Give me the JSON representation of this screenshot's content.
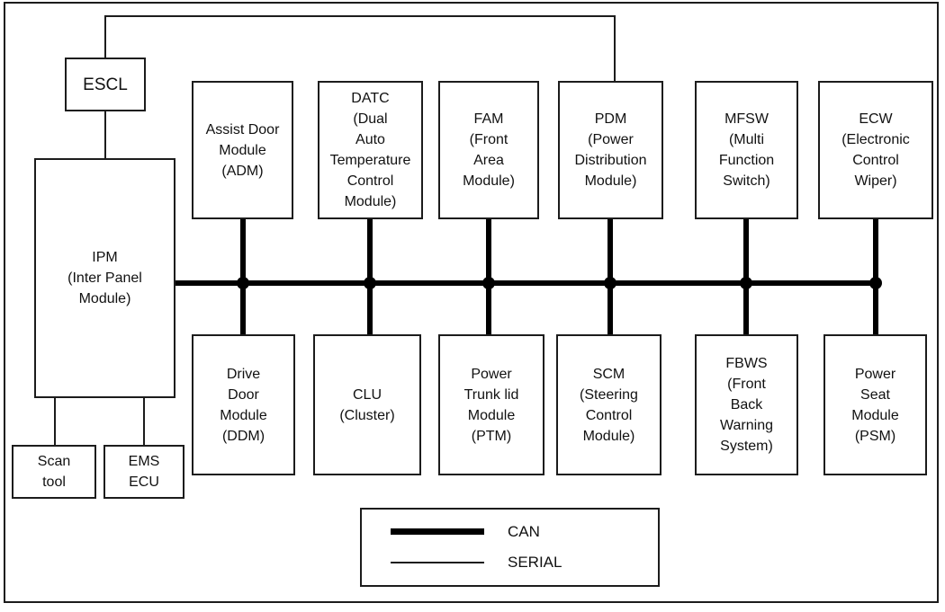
{
  "nodes": {
    "escl": {
      "label": "ESCL"
    },
    "ipm": {
      "label": "IPM\n(Inter Panel\nModule)"
    },
    "scan_tool": {
      "label": "Scan\ntool"
    },
    "ems_ecu": {
      "label": "EMS\nECU"
    },
    "top_row": [
      {
        "id": "adm",
        "label": "Assist Door\nModule\n(ADM)"
      },
      {
        "id": "datc",
        "label": "DATC\n(Dual\nAuto\nTemperature\nControl\nModule)"
      },
      {
        "id": "fam",
        "label": "FAM\n(Front\nArea\nModule)"
      },
      {
        "id": "pdm",
        "label": "PDM\n(Power\nDistribution\nModule)"
      },
      {
        "id": "mfsw",
        "label": "MFSW\n(Multi\nFunction\nSwitch)"
      },
      {
        "id": "ecw",
        "label": "ECW\n(Electronic\nControl\nWiper)"
      }
    ],
    "bottom_row": [
      {
        "id": "ddm",
        "label": "Drive\nDoor\nModule\n(DDM)"
      },
      {
        "id": "clu",
        "label": "CLU\n(Cluster)"
      },
      {
        "id": "ptm",
        "label": "Power\nTrunk lid\nModule\n(PTM)"
      },
      {
        "id": "scm",
        "label": "SCM\n(Steering\nControl\nModule)"
      },
      {
        "id": "fbws",
        "label": "FBWS\n(Front\nBack\nWarning\nSystem)"
      },
      {
        "id": "psm",
        "label": "Power\nSeat\nModule\n(PSM)"
      }
    ]
  },
  "connections": {
    "can_bus": [
      "IPM",
      "ADM",
      "DATC",
      "FAM",
      "PDM",
      "MFSW",
      "ECW",
      "DDM",
      "CLU",
      "PTM",
      "SCM",
      "FBWS",
      "PSM"
    ],
    "serial": [
      [
        "ESCL",
        "PDM"
      ],
      [
        "ESCL",
        "IPM"
      ],
      [
        "IPM",
        "Scan tool"
      ],
      [
        "IPM",
        "EMS ECU"
      ]
    ]
  },
  "legend": {
    "can_label": "CAN",
    "serial_label": "SERIAL"
  },
  "colors": {
    "line": "#000000",
    "box_border": "#1c1c1c",
    "background": "#ffffff"
  }
}
